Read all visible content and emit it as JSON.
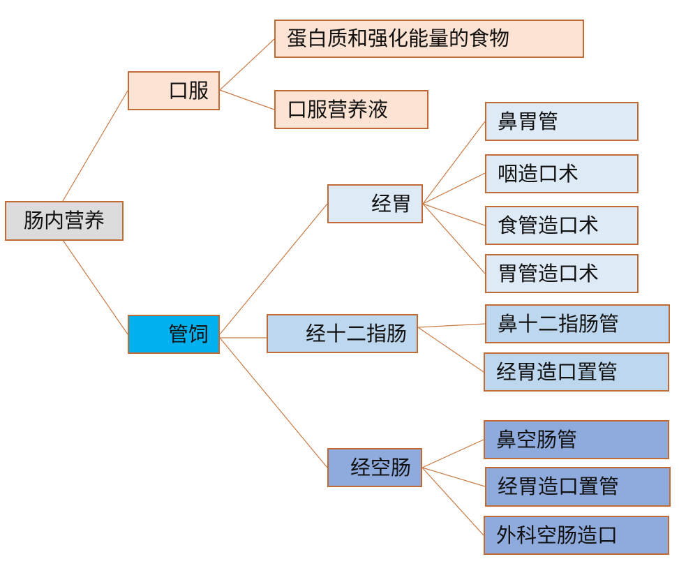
{
  "root": {
    "label": "肠内营养"
  },
  "oral": {
    "label": "口服",
    "children": [
      "蛋白质和强化能量的食物",
      "口服营养液"
    ]
  },
  "tube": {
    "label": "管饲",
    "routes": [
      {
        "label": "经胃",
        "children": [
          "鼻胃管",
          "咽造口术",
          "食管造口术",
          "胃管造口术"
        ]
      },
      {
        "label": "经十二指肠",
        "children": [
          "鼻十二指肠管",
          "经胃造口置管"
        ]
      },
      {
        "label": "经空肠",
        "children": [
          "鼻空肠管",
          "经胃造口置管",
          "外科空肠造口"
        ]
      }
    ]
  },
  "colors": {
    "root_fill": "#dcdcdc",
    "oral_fill": "#fce3d3",
    "tube_fill": "#00b0ef",
    "stomach_fill": "#deebf7",
    "duodenum_fill": "#bdd7ee",
    "jejunum_fill": "#8faadc",
    "border": "#c06a35",
    "connector": "#c87a45"
  }
}
